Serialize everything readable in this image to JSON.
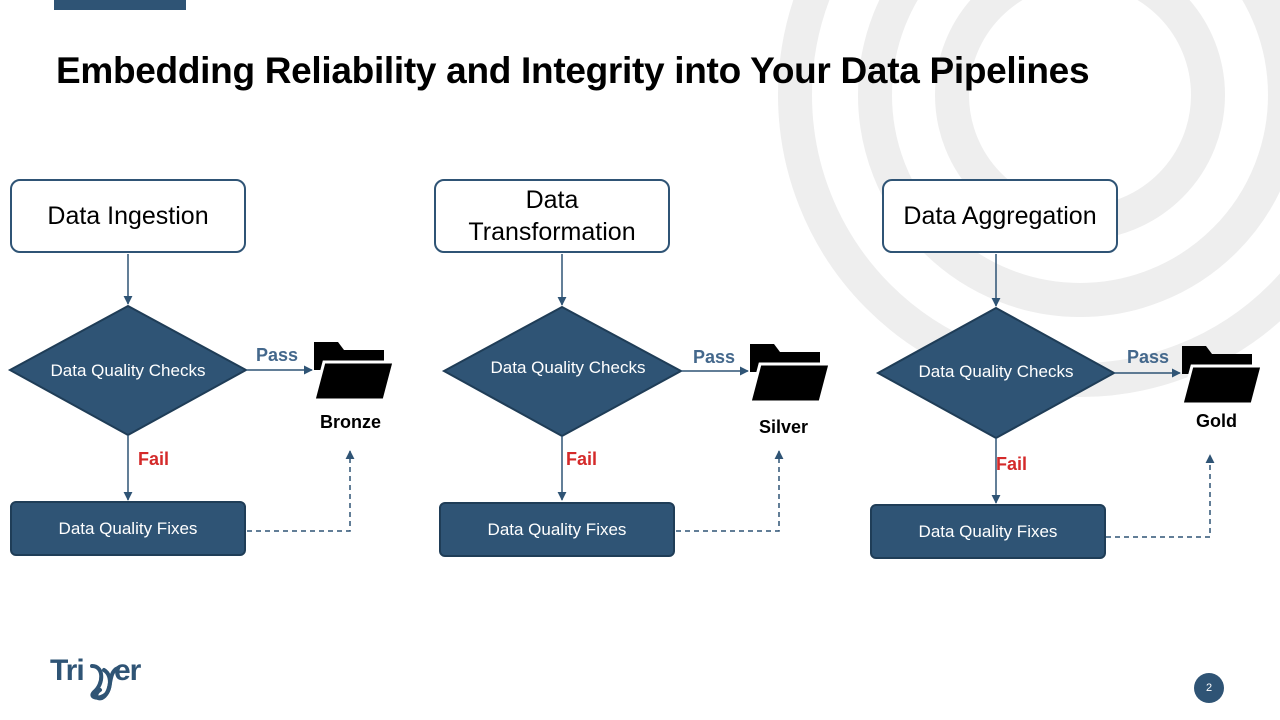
{
  "slide": {
    "title": "Embedding Reliability and Integrity into Your Data Pipelines",
    "page_number": "2",
    "logo_text": "Trigger",
    "accent_color": "#2f5475",
    "pass_color": "#44688c",
    "fail_color": "#d42a2a"
  },
  "pipelines": [
    {
      "stage": "Data Ingestion",
      "check": "Data Quality Checks",
      "pass": "Pass",
      "fail": "Fail",
      "fix": "Data Quality Fixes",
      "tier": "Bronze",
      "icon": "folder-icon"
    },
    {
      "stage": "Data Transformation",
      "check": "Data Quality Checks",
      "pass": "Pass",
      "fail": "Fail",
      "fix": "Data Quality Fixes",
      "tier": "Silver",
      "icon": "folder-icon"
    },
    {
      "stage": "Data Aggregation",
      "check": "Data Quality Checks",
      "pass": "Pass",
      "fail": "Fail",
      "fix": "Data Quality Fixes",
      "tier": "Gold",
      "icon": "folder-icon"
    }
  ]
}
